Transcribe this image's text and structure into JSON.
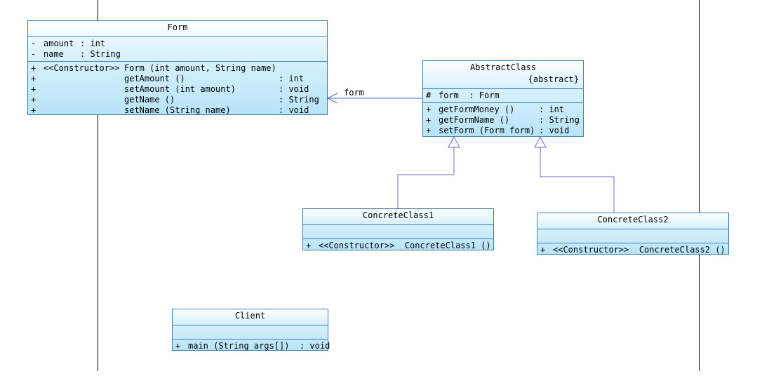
{
  "form": {
    "name": "Form",
    "attributes": [
      {
        "vis": "-",
        "name": "amount",
        "type": ": int"
      },
      {
        "vis": "-",
        "name": "name",
        "type": ": String"
      }
    ],
    "operations": [
      {
        "vis": "+",
        "stereo": "<<Constructor>>",
        "sig": "Form (int amount, String name)",
        "ret": ""
      },
      {
        "vis": "+",
        "stereo": "",
        "sig": "getAmount ()",
        "ret": ": int"
      },
      {
        "vis": "+",
        "stereo": "",
        "sig": "setAmount (int amount)",
        "ret": ": void"
      },
      {
        "vis": "+",
        "stereo": "",
        "sig": "getName ()",
        "ret": ": String"
      },
      {
        "vis": "+",
        "stereo": "",
        "sig": "setName (String name)",
        "ret": ": void"
      }
    ]
  },
  "abstract_class": {
    "name": "AbstractClass",
    "tag": "{abstract}",
    "attributes": [
      {
        "vis": "#",
        "text": "form  : Form"
      }
    ],
    "operations": [
      {
        "vis": "+",
        "sig": "getFormMoney ()",
        "ret": ": int"
      },
      {
        "vis": "+",
        "sig": "getFormName ()",
        "ret": ": String"
      },
      {
        "vis": "+",
        "sig": "setForm (Form form)",
        "ret": ": void"
      }
    ]
  },
  "association": {
    "label": "form"
  },
  "concrete1": {
    "name": "ConcreteClass1",
    "operations": [
      {
        "vis": "+",
        "text": "<<Constructor>>  ConcreteClass1 ()"
      }
    ]
  },
  "concrete2": {
    "name": "ConcreteClass2",
    "operations": [
      {
        "vis": "+",
        "text": "<<Constructor>>  ConcreteClass2 ()"
      }
    ]
  },
  "client": {
    "name": "Client",
    "operations": [
      {
        "vis": "+",
        "text": "main (String args[])  : void"
      }
    ]
  },
  "colors": {
    "border": "#3a7fb8",
    "gradient_top": "#ffffff",
    "gradient_bottom": "#b8e4f8",
    "connector": "#4f79c8",
    "generalization": "#7b68c8"
  }
}
